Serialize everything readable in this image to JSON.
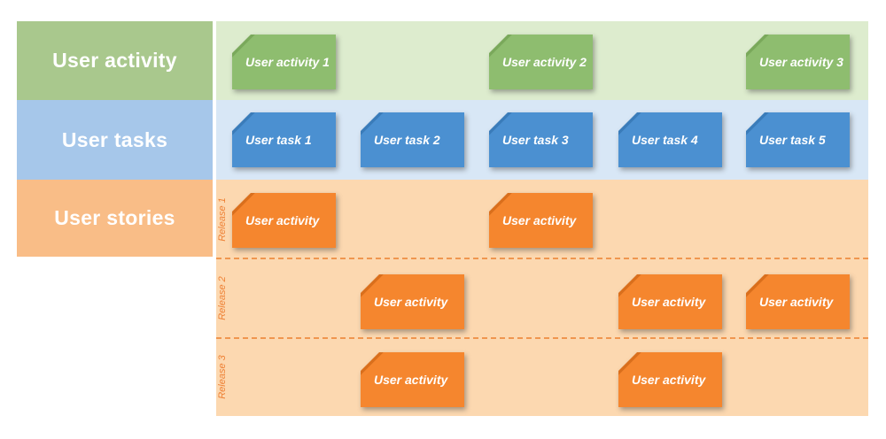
{
  "colors": {
    "page-bg": "#ffffff",
    "header-text": "#ffffff",
    "card-text": "#ffffff",
    "activity-header-bg": "#a9c88d",
    "activity-band-bg": "#ddecce",
    "activity-card-bg": "#8ebd6f",
    "activity-card-fold": "#7aa95b",
    "tasks-header-bg": "#a6c7ea",
    "tasks-band-bg": "#d8e7f6",
    "task-card-bg": "#4b90d1",
    "task-card-fold": "#3a7cba",
    "stories-header-bg": "#f9bd87",
    "stories-band-bg": "#fcd8b0",
    "story-card-bg": "#f5862e",
    "story-card-fold": "#da6f1c",
    "release-text": "#ee8034",
    "divider": "#f0964f"
  },
  "rows": {
    "activity": {
      "header": "User activity",
      "cards": [
        {
          "label": "User activity 1"
        },
        {
          "label": "User activity 2"
        },
        {
          "label": "User activity 3"
        }
      ]
    },
    "tasks": {
      "header": "User tasks",
      "cards": [
        {
          "label": "User task 1"
        },
        {
          "label": "User task 2"
        },
        {
          "label": "User task 3"
        },
        {
          "label": "User task 4"
        },
        {
          "label": "User task 5"
        }
      ]
    },
    "stories": {
      "header": "User stories",
      "releases": [
        {
          "label": "Release 1",
          "cards": [
            {
              "label": "User activity"
            },
            {
              "label": "User activity"
            }
          ]
        },
        {
          "label": "Release 2",
          "cards": [
            {
              "label": "User activity"
            },
            {
              "label": "User activity"
            },
            {
              "label": "User activity"
            }
          ]
        },
        {
          "label": "Release 3",
          "cards": [
            {
              "label": "User activity"
            },
            {
              "label": "User activity"
            }
          ]
        }
      ]
    }
  }
}
